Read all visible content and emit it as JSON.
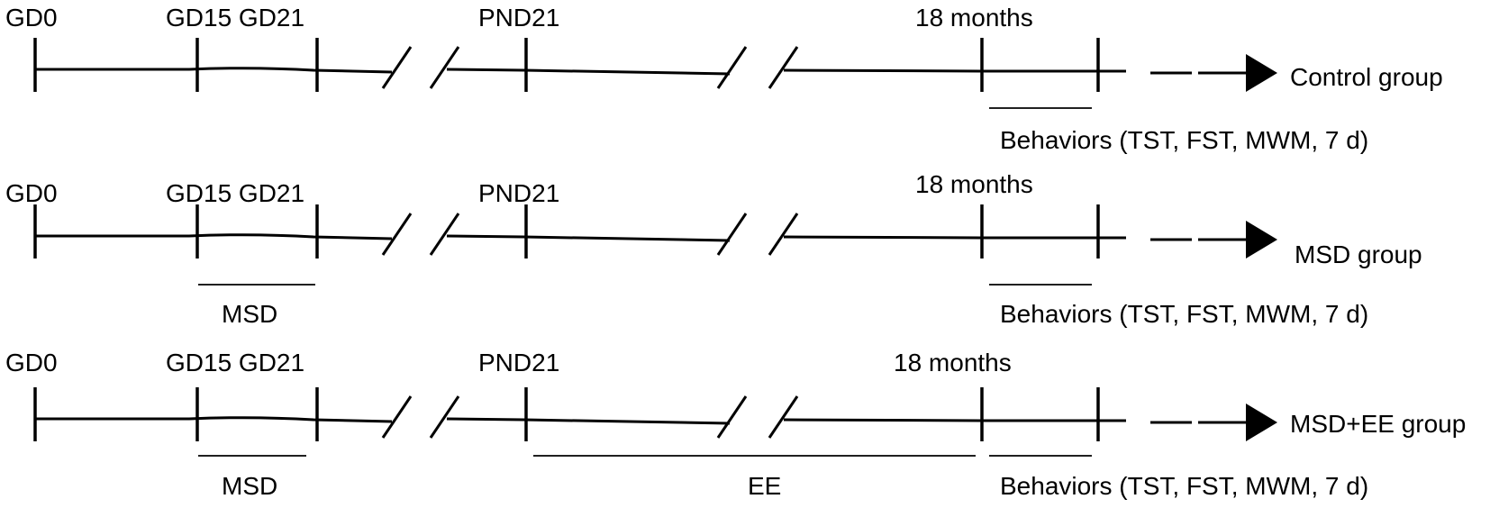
{
  "colors": {
    "ink": "#000000",
    "background": "#ffffff"
  },
  "timelines": [
    {
      "group": "Control group",
      "markers": {
        "gd0": "GD0",
        "gd15_gd21": "GD15 GD21",
        "pnd21": "PND21",
        "months": "18 months"
      },
      "periods": {
        "behaviors": "Behaviors (TST, FST, MWM, 7 d)"
      }
    },
    {
      "group": "MSD group",
      "markers": {
        "gd0": "GD0",
        "gd15_gd21": "GD15 GD21",
        "pnd21": "PND21",
        "months": "18 months"
      },
      "periods": {
        "msd": "MSD",
        "behaviors": "Behaviors (TST, FST, MWM, 7 d)"
      }
    },
    {
      "group": "MSD+EE group",
      "markers": {
        "gd0": "GD0",
        "gd15_gd21": "GD15 GD21",
        "pnd21": "PND21",
        "months": "18 months"
      },
      "periods": {
        "msd": "MSD",
        "ee": "EE",
        "behaviors": "Behaviors (TST, FST, MWM, 7 d)"
      }
    }
  ]
}
